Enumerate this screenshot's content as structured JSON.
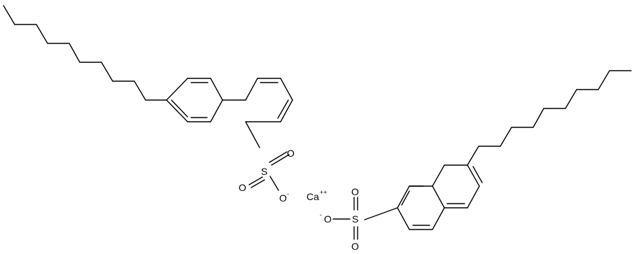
{
  "molecule": {
    "left_sulfonate": {
      "sulfur": "S",
      "oxygen_top": "O",
      "oxygen_left": "O",
      "oxygen_anion": "O",
      "anion_charge": "-"
    },
    "cation": {
      "symbol": "Ca",
      "charge": "++"
    },
    "right_sulfonate": {
      "sulfur": "S",
      "oxygen_top": "O",
      "oxygen_bottom": "O",
      "oxygen_anion": "O",
      "anion_charge": "-"
    }
  }
}
